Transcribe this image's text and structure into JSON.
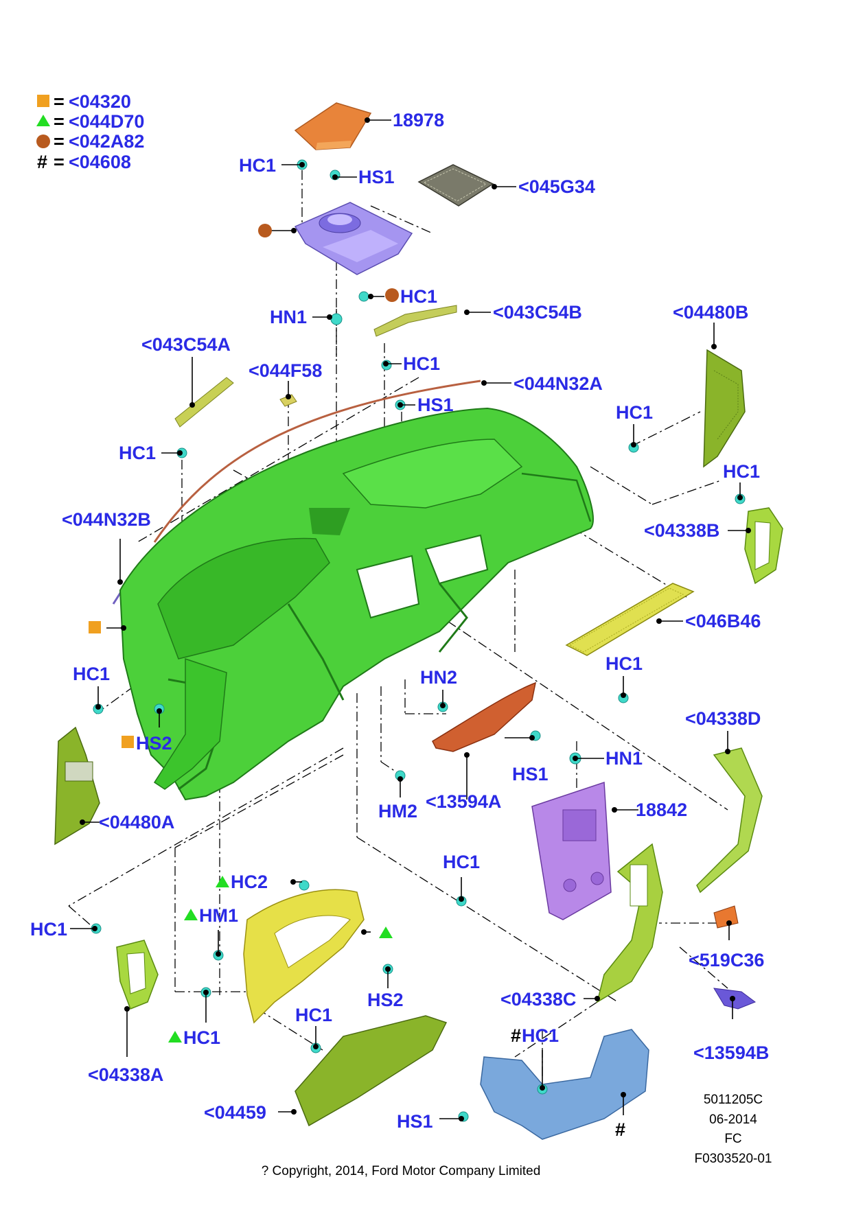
{
  "legend": [
    {
      "symbol": "square",
      "color": "#f0a020",
      "eq": "=",
      "code": "<04320"
    },
    {
      "symbol": "triangle",
      "color": "#22dd22",
      "eq": "=",
      "code": "<044D70"
    },
    {
      "symbol": "circle",
      "color": "#b85a1e",
      "eq": "=",
      "code": "<042A82"
    },
    {
      "symbol": "hash",
      "color": "#000000",
      "eq": "=",
      "code": "<04608"
    }
  ],
  "callouts": {
    "c18978": "18978",
    "hc1_top": "HC1",
    "hs1_top": "HS1",
    "c045G34": "<045G34",
    "hc1_bin": "HC1",
    "hn1_upper": "HN1",
    "c043C54B": "<043C54B",
    "c04480B": "<04480B",
    "c043C54A": "<043C54A",
    "c044F58": "<044F58",
    "hc1_mid": "HC1",
    "c044N32A": "<044N32A",
    "hs1_mid": "HS1",
    "hc1_right": "HC1",
    "hc1_left": "HC1",
    "hc1_vent_r": "HC1",
    "c044N32B": "<044N32B",
    "c04338B": "<04338B",
    "c046B46": "<046B46",
    "hc1_lower_left": "HC1",
    "hn2": "HN2",
    "hc1_lower_right": "HC1",
    "c04338D": "<04338D",
    "hs2_left": "HS2",
    "hs1_lower": "HS1",
    "hn1_lower": "HN1",
    "c04480A": "<04480A",
    "hm2": "HM2",
    "c13594A": "<13594A",
    "c18842": "18842",
    "hc1_center": "HC1",
    "hc2": "HC2",
    "hm1": "HM1",
    "c519C36": "<519C36",
    "hc1_far_left": "HC1",
    "hs2_bezel": "HS2",
    "c04338C": "<04338C",
    "hc1_bezel": "HC1",
    "hc1_glove": "HC1",
    "hc1_hash": "HC1",
    "c13594B": "<13594B",
    "c04338A": "<04338A",
    "c04459": "<04459",
    "hs1_bottom": "HS1",
    "hash_label": "#"
  },
  "meta": {
    "code": "5011205C",
    "date": "06-2014",
    "region": "FC",
    "figure": "F0303520-01",
    "copyright": "? Copyright, 2014, Ford Motor Company Limited"
  }
}
